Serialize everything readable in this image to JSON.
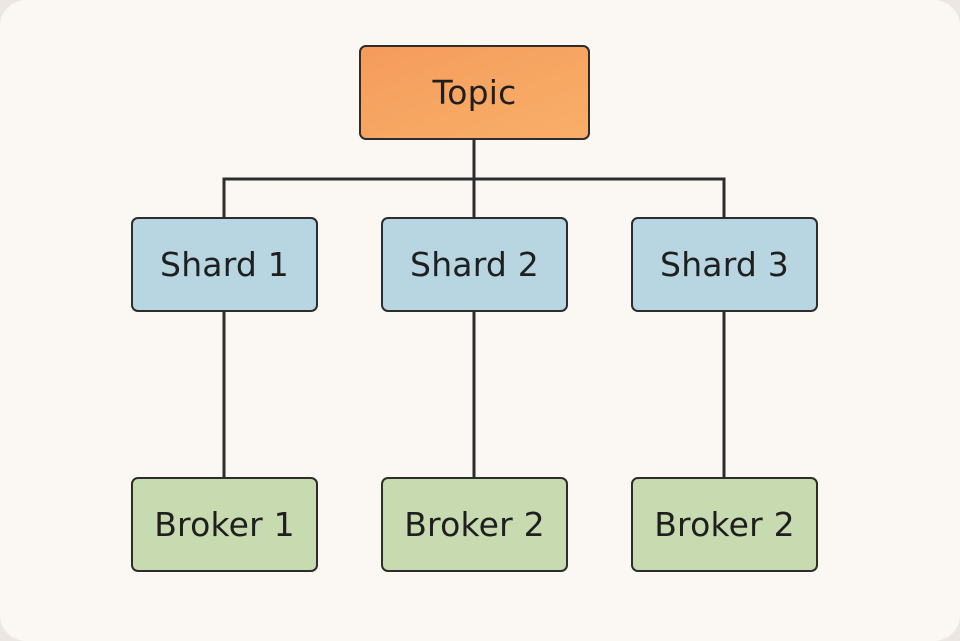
{
  "diagram": {
    "root": {
      "label": "Topic",
      "color": "#f7a462"
    },
    "shards": [
      {
        "label": "Shard 1",
        "color": "#b8d6e1"
      },
      {
        "label": "Shard 2",
        "color": "#b8d6e1"
      },
      {
        "label": "Shard 3",
        "color": "#b8d6e1"
      }
    ],
    "brokers": [
      {
        "label": "Broker 1",
        "color": "#c7dab0"
      },
      {
        "label": "Broker 2",
        "color": "#c7dab0"
      },
      {
        "label": "Broker 2",
        "color": "#c7dab0"
      }
    ],
    "connector_color": "#2d2d2d"
  }
}
